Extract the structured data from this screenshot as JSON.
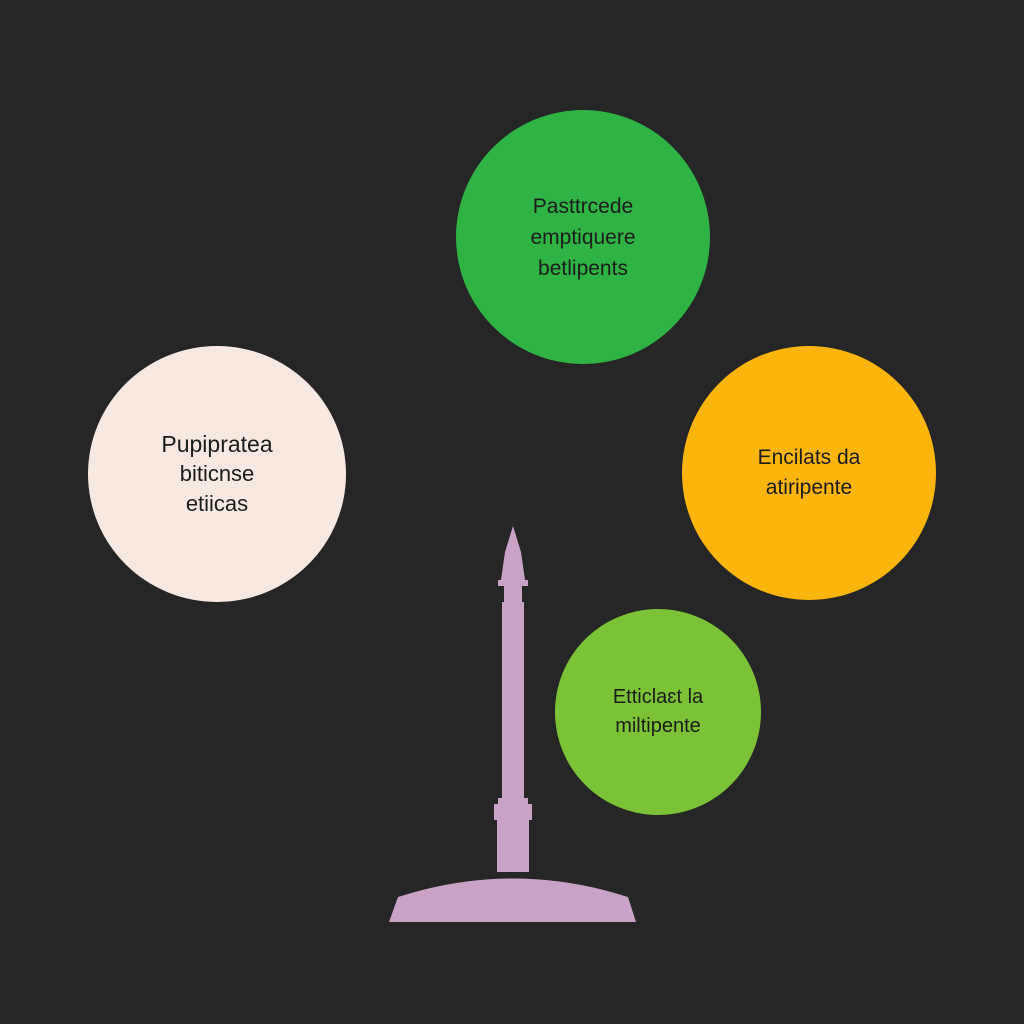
{
  "nodes": {
    "top": {
      "color": "#2fb344",
      "lines": [
        "Pasttrcede",
        "emptiquere",
        "betlipents"
      ]
    },
    "left": {
      "color": "#f7e9e2",
      "lines": [
        "Pupipratea",
        "biticnse",
        "etiicas"
      ]
    },
    "right": {
      "color": "#fbb50c",
      "lines": [
        "Encilats da",
        "atiripente"
      ]
    },
    "bottom": {
      "color": "#7cc236",
      "lines": [
        "Etticlaɛt la",
        "miltipente"
      ]
    }
  },
  "pillar": {
    "icon": "obelisk-pillar-icon",
    "color": "#c9a3c5"
  }
}
